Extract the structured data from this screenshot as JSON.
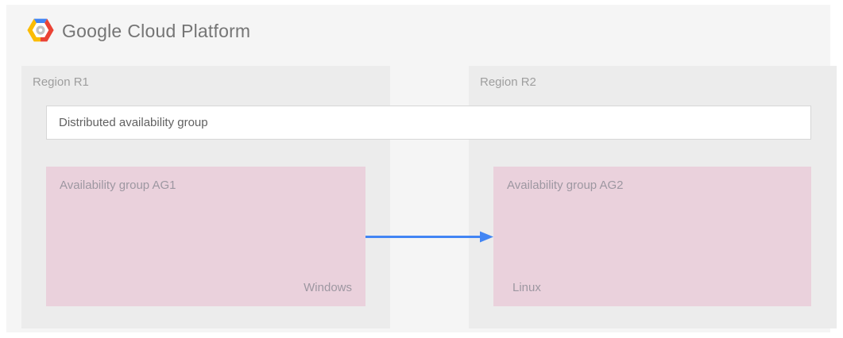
{
  "header": {
    "brand": "Google",
    "product": "Cloud Platform",
    "logo": "gcp-hexagon-logo"
  },
  "regions": [
    {
      "label": "Region R1"
    },
    {
      "label": "Region R2"
    }
  ],
  "distributed_group": {
    "label": "Distributed availability group"
  },
  "availability_groups": [
    {
      "label": "Availability group AG1",
      "os": "Windows"
    },
    {
      "label": "Availability group AG2",
      "os": "Linux"
    }
  ],
  "arrow": {
    "name": "replication-arrow-ag1-to-ag2",
    "direction": "right"
  },
  "colors": {
    "page_background": "#ffffff",
    "panel_background": "#f5f5f5",
    "region_background": "#ececec",
    "availability_group_background": "#ead1dc",
    "distributed_group_border": "#d6d6d6",
    "arrow_blue": "#4285f4",
    "label_gray": "#9e9e9e",
    "dag_text_gray": "#616161",
    "logo_text_gray": "#757575",
    "logo_blue": "#4285f4",
    "logo_red": "#ea4335",
    "logo_yellow": "#fbbc05"
  }
}
